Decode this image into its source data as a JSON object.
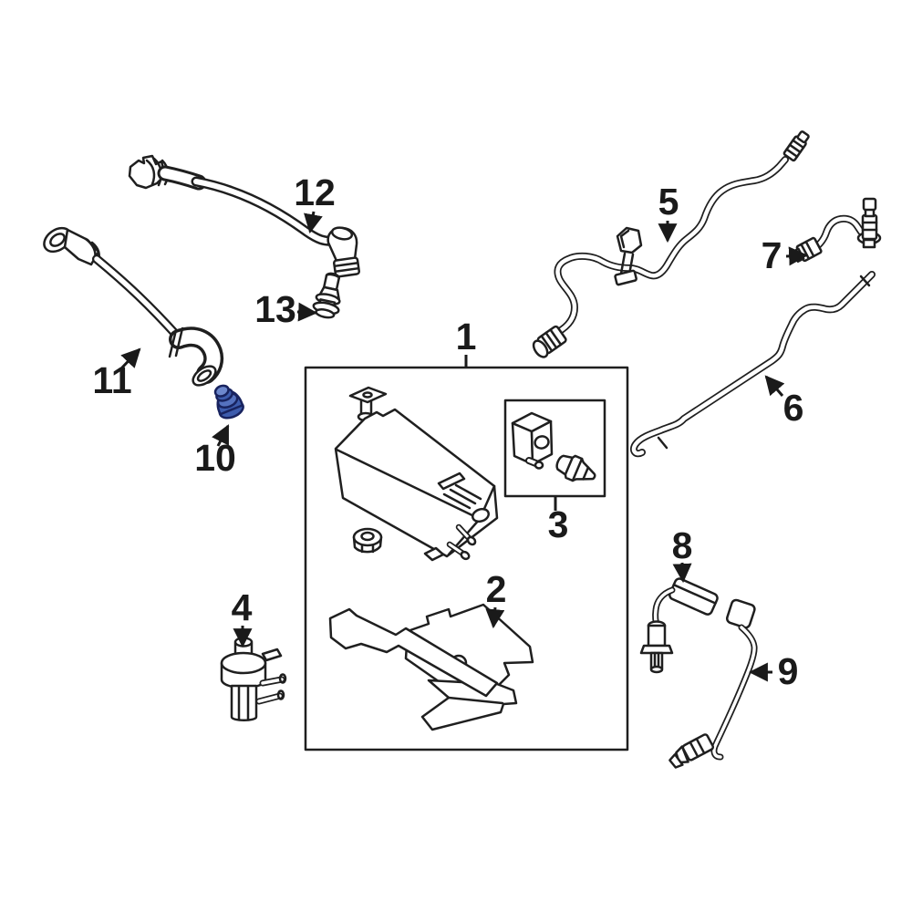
{
  "diagram": {
    "type": "exploded-parts-diagram",
    "background_color": "#ffffff",
    "line_color": "#1f1f1f",
    "highlight_fill_color": "#3d5cad",
    "highlight_stroke_color": "#18235f",
    "highlighted_part": "10",
    "callouts": [
      {
        "label": "1"
      },
      {
        "label": "2"
      },
      {
        "label": "3"
      },
      {
        "label": "4"
      },
      {
        "label": "5"
      },
      {
        "label": "6"
      },
      {
        "label": "7"
      },
      {
        "label": "8"
      },
      {
        "label": "9"
      },
      {
        "label": "10"
      },
      {
        "label": "11"
      },
      {
        "label": "12"
      },
      {
        "label": "13"
      }
    ]
  }
}
